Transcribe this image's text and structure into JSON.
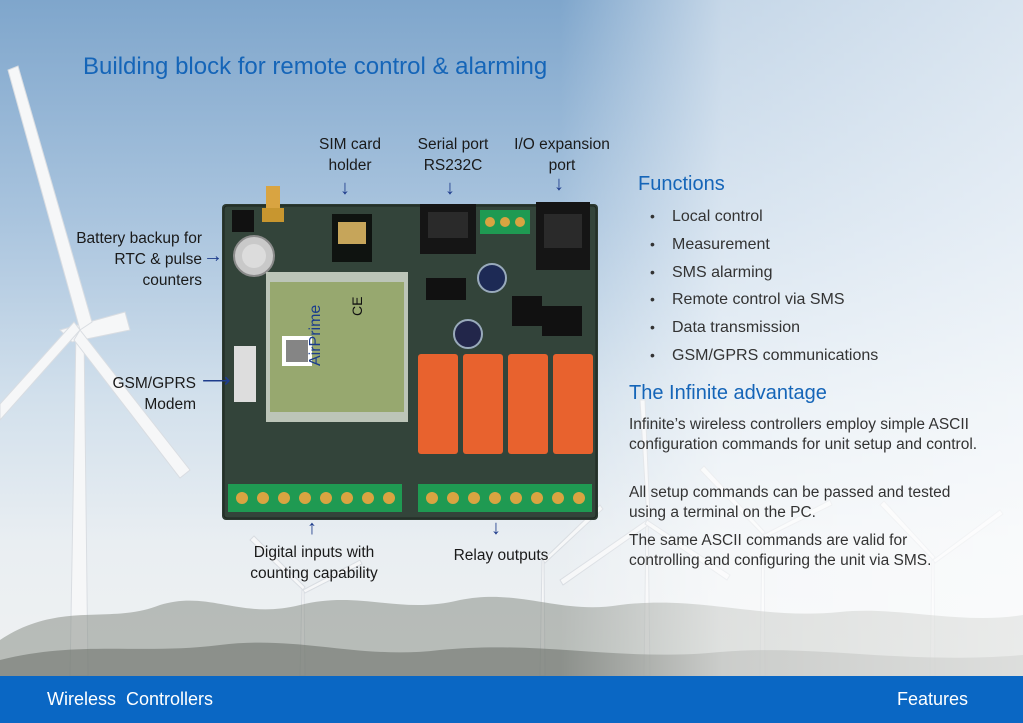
{
  "title": "Building block for remote control & alarming",
  "callouts": {
    "sim": "SIM card holder",
    "serial": "Serial port RS232C",
    "io": "I/O expansion port",
    "battery": "Battery backup for RTC & pulse counters",
    "gsm": "GSM/GPRS Modem",
    "digital": "Digital inputs with counting capability",
    "relay": "Relay outputs"
  },
  "board_labels": {
    "modem_brand": "AirPrime",
    "ce": "CE"
  },
  "functions": {
    "title": "Functions",
    "items": [
      "Local control",
      "Measurement",
      "SMS alarming",
      "Remote control via SMS",
      "Data transmission",
      "GSM/GPRS communications"
    ]
  },
  "advantage": {
    "title": "The Infinite advantage",
    "paragraphs": [
      "Infinite’s wireless controllers employ simple ASCII configuration commands for unit setup and control.",
      "All setup commands can be passed and tested using a terminal on the PC.",
      "The same ASCII commands are valid for controlling and configuring the unit via SMS."
    ]
  },
  "footer": {
    "left": "Wireless  Controllers",
    "right": "Features"
  },
  "colors": {
    "accent": "#1565b8",
    "footer_bg": "#0a67c4",
    "relay": "#e8622e",
    "terminal": "#1f9a52",
    "pcb": "#2a3a30"
  }
}
